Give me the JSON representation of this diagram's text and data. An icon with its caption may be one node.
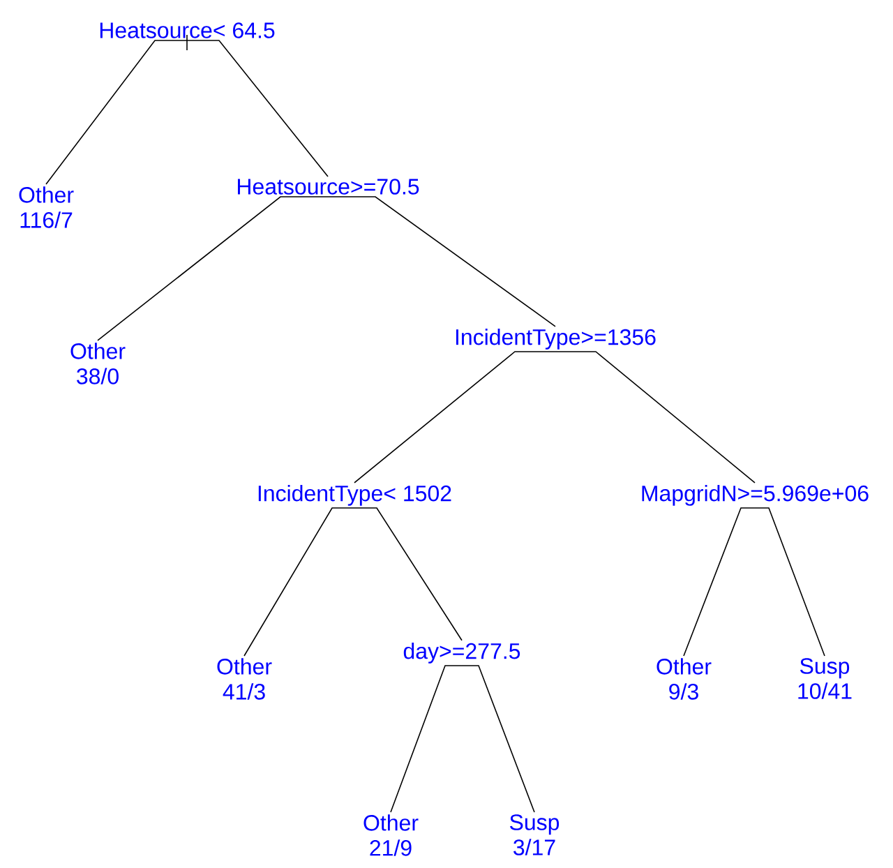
{
  "diagram": {
    "nodes": [
      {
        "text": [
          "Heatsource< 64.5"
        ]
      },
      {
        "text": [
          "Other",
          "116/7"
        ]
      },
      {
        "text": [
          "Heatsource>=70.5"
        ]
      },
      {
        "text": [
          "Other",
          "38/0"
        ]
      },
      {
        "text": [
          "IncidentType>=1356"
        ]
      },
      {
        "text": [
          "IncidentType< 1502"
        ]
      },
      {
        "text": [
          "MapgridN>=5.969e+06"
        ]
      },
      {
        "text": [
          "Other",
          "41/3"
        ]
      },
      {
        "text": [
          "day>=277.5"
        ]
      },
      {
        "text": [
          "Other",
          "21/9"
        ]
      },
      {
        "text": [
          "Susp",
          "3/17"
        ]
      },
      {
        "text": [
          "Other",
          "9/3"
        ]
      },
      {
        "text": [
          "Susp",
          "10/41"
        ]
      }
    ],
    "edges": [
      {
        "from": 0,
        "to": 1,
        "arrow": "none"
      },
      {
        "from": 0,
        "to": 2,
        "arrow": "none"
      },
      {
        "from": 2,
        "to": 3,
        "arrow": "none"
      },
      {
        "from": 2,
        "to": 4,
        "arrow": "none"
      },
      {
        "from": 4,
        "to": 5,
        "arrow": "none"
      },
      {
        "from": 4,
        "to": 6,
        "arrow": "none"
      },
      {
        "from": 5,
        "to": 7,
        "arrow": "none"
      },
      {
        "from": 5,
        "to": 8,
        "arrow": "none"
      },
      {
        "from": 8,
        "to": 9,
        "arrow": "none"
      },
      {
        "from": 8,
        "to": 10,
        "arrow": "none"
      },
      {
        "from": 6,
        "to": 11,
        "arrow": "none"
      },
      {
        "from": 6,
        "to": 12,
        "arrow": "none"
      }
    ]
  }
}
